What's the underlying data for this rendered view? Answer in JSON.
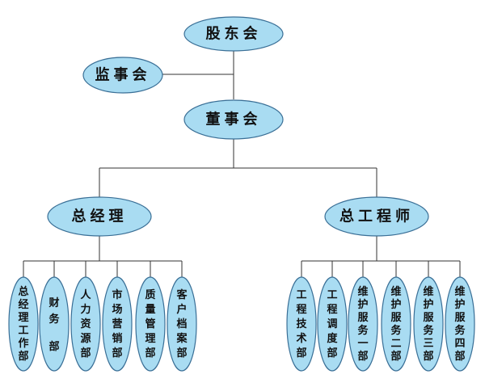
{
  "colors": {
    "node_fill": "#a9dcf2",
    "node_stroke": "#3a6f96",
    "line": "#333333",
    "background": "#ffffff"
  },
  "org_chart": {
    "shareholders": "股东会",
    "supervisors": "监事会",
    "board": "董事会",
    "general_manager": {
      "title": "总经理",
      "departments": [
        "总经理工作部",
        "财务部",
        "人力资源部",
        "市场营销部",
        "质量管理部",
        "客户档案部"
      ]
    },
    "chief_engineer": {
      "title": "总工程师",
      "departments": [
        "工程技术部",
        "工程调度部",
        "维护服务一部",
        "维护服务二部",
        "维护服务三部",
        "维护服务四部"
      ]
    }
  }
}
